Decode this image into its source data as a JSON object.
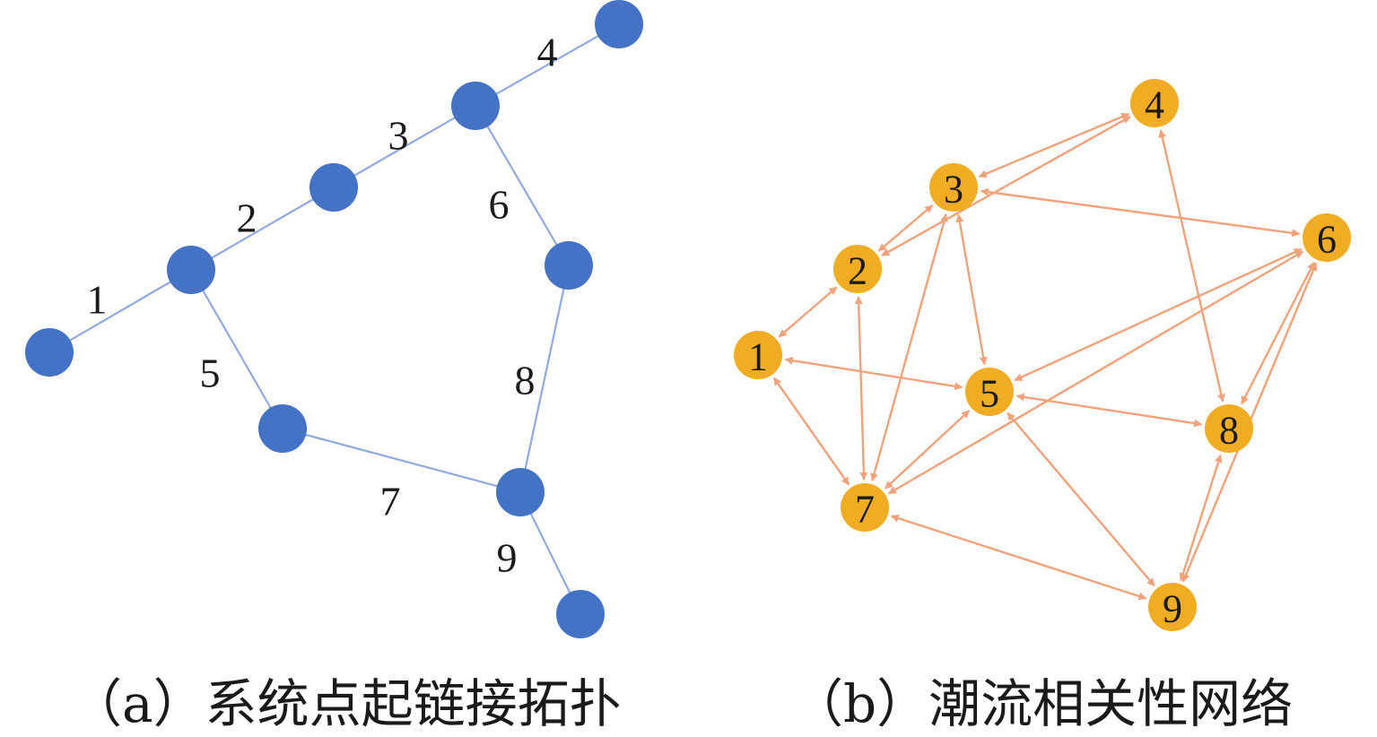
{
  "colors": {
    "node_a": "#4472C4",
    "edge_a": "#8FAADC",
    "node_b": "#F0AD24",
    "edge_b": "#F0A27A"
  },
  "panel_a": {
    "caption": "（a）系统点起链接拓扑",
    "edges": [
      {
        "label": "1",
        "from": 0,
        "to": 1
      },
      {
        "label": "2",
        "from": 1,
        "to": 2
      },
      {
        "label": "3",
        "from": 2,
        "to": 3
      },
      {
        "label": "4",
        "from": 3,
        "to": 4
      },
      {
        "label": "5",
        "from": 1,
        "to": 5
      },
      {
        "label": "6",
        "from": 3,
        "to": 6
      },
      {
        "label": "7",
        "from": 5,
        "to": 7
      },
      {
        "label": "8",
        "from": 6,
        "to": 7
      },
      {
        "label": "9",
        "from": 7,
        "to": 8
      }
    ]
  },
  "panel_b": {
    "caption": "（b）潮流相关性网络",
    "nodes": [
      "1",
      "2",
      "3",
      "4",
      "5",
      "6",
      "7",
      "8",
      "9"
    ],
    "edges": [
      [
        "1",
        "2"
      ],
      [
        "1",
        "5"
      ],
      [
        "1",
        "7"
      ],
      [
        "2",
        "3"
      ],
      [
        "2",
        "4"
      ],
      [
        "2",
        "7"
      ],
      [
        "3",
        "4"
      ],
      [
        "3",
        "5"
      ],
      [
        "3",
        "6"
      ],
      [
        "3",
        "7"
      ],
      [
        "4",
        "8"
      ],
      [
        "5",
        "6"
      ],
      [
        "5",
        "7"
      ],
      [
        "5",
        "8"
      ],
      [
        "5",
        "9"
      ],
      [
        "6",
        "7"
      ],
      [
        "6",
        "8"
      ],
      [
        "6",
        "9"
      ],
      [
        "7",
        "9"
      ],
      [
        "8",
        "9"
      ]
    ]
  }
}
